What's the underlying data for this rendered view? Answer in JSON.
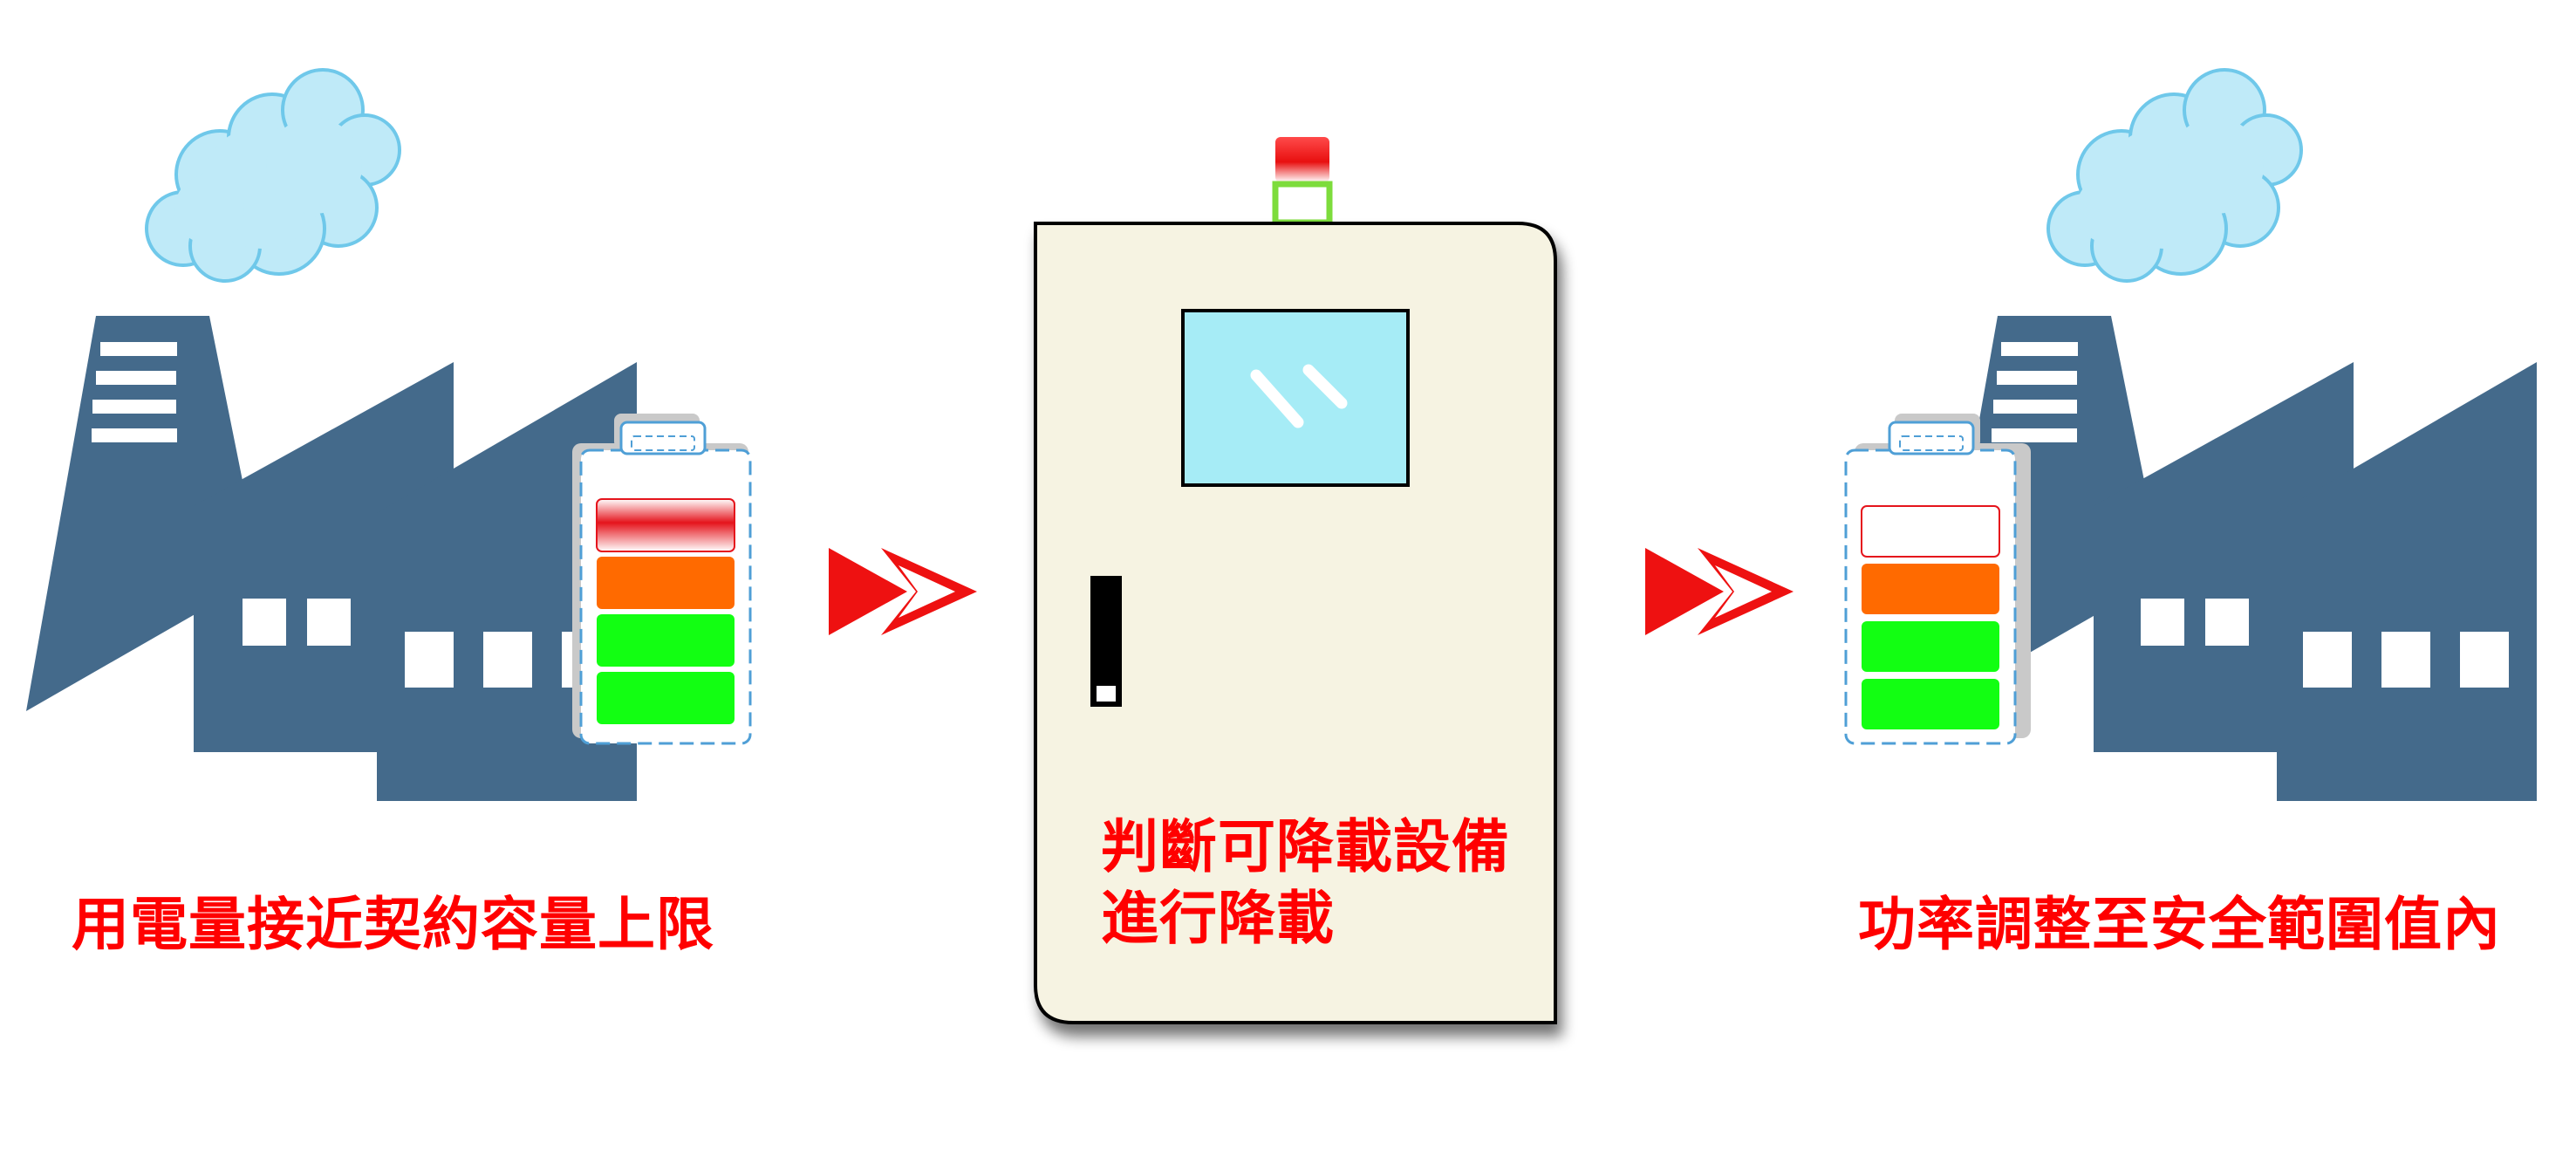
{
  "captions": {
    "left": "用電量接近契約容量上限",
    "center_line1": "判斷可降載設備",
    "center_line2": "進行降載",
    "right": "功率調整至安全範圍值內"
  },
  "colors": {
    "factory": "#446a8b",
    "cloud_fill": "#bfeaf8",
    "cloud_stroke": "#6fc8ea",
    "cabinet_fill": "#f6f3e2",
    "screen_fill": "#a6ecf6",
    "arrow_red": "#ee1111",
    "caption_red": "#ff0000",
    "battery_red": "#e5141c",
    "battery_orange": "#ff6a00",
    "battery_green": "#12ff12",
    "lamp_red": "#e81010",
    "lamp_green": "#7ddc3c"
  },
  "left_battery_levels": [
    "red",
    "orange",
    "green",
    "green"
  ],
  "right_battery_levels": [
    "empty",
    "orange",
    "green",
    "green"
  ]
}
